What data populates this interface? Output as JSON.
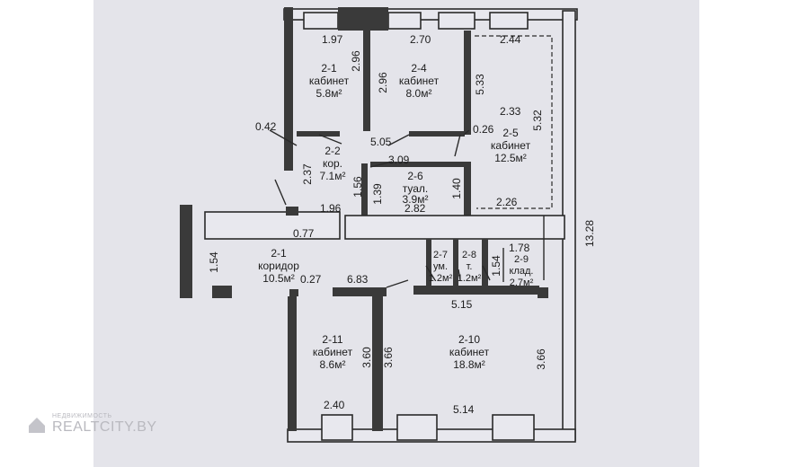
{
  "rooms": [
    {
      "id": "2-1",
      "name": "коридор",
      "area": "10.5м²"
    },
    {
      "id": "2-2",
      "name": "кор.",
      "area": "7.1м²"
    },
    {
      "id": "2-3",
      "name": "кабинет",
      "area": "5.8м²"
    },
    {
      "id": "2-4",
      "name": "кабинет",
      "area": "8.0м²"
    },
    {
      "id": "2-5",
      "name": "кабинет",
      "area": "12.5м²"
    },
    {
      "id": "2-6",
      "name": "туал.",
      "area": "3.9м²"
    },
    {
      "id": "2-7",
      "name": "ум.",
      "area": "1.2м²"
    },
    {
      "id": "2-8",
      "name": "т.",
      "area": "1.2м²"
    },
    {
      "id": "2-9",
      "name": "клад.",
      "area": "2.7м²"
    },
    {
      "id": "2-10",
      "name": "кабинет",
      "area": "18.8м²"
    },
    {
      "id": "2-11",
      "name": "кабинет",
      "area": "8.6м²"
    }
  ],
  "dimensions": {
    "d_1_97": "1.97",
    "d_2_96a": "2.96",
    "d_2_70": "2.70",
    "d_2_44": "2.44",
    "d_2_96b": "2.96",
    "d_5_33": "5.33",
    "d_2_33": "2.33",
    "d_5_32": "5.32",
    "d_0_42": "0.42",
    "d_5_05": "5.05",
    "d_0_26": "0.26",
    "d_3_09": "3.09",
    "d_2_37": "2.37",
    "d_1_56": "1.56",
    "d_1_39": "1.39",
    "d_1_40": "1.40",
    "d_1_96": "1.96",
    "d_2_82": "2.82",
    "d_2_26": "2.26",
    "d_13_28": "13.28",
    "d_0_77": "0.77",
    "d_1_54a": "1.54",
    "d_1_78": "1.78",
    "d_1_54b": "1.54",
    "d_0_27": "0.27",
    "d_6_83": "6.83",
    "d_5_15": "5.15",
    "d_3_60": "3.60",
    "d_3_66a": "3.66",
    "d_3_66b": "3.66",
    "d_2_40": "2.40",
    "d_5_14": "5.14"
  },
  "watermark": {
    "top": "НЕДВИЖИМОСТЬ",
    "main": "REALTCITY.BY"
  }
}
